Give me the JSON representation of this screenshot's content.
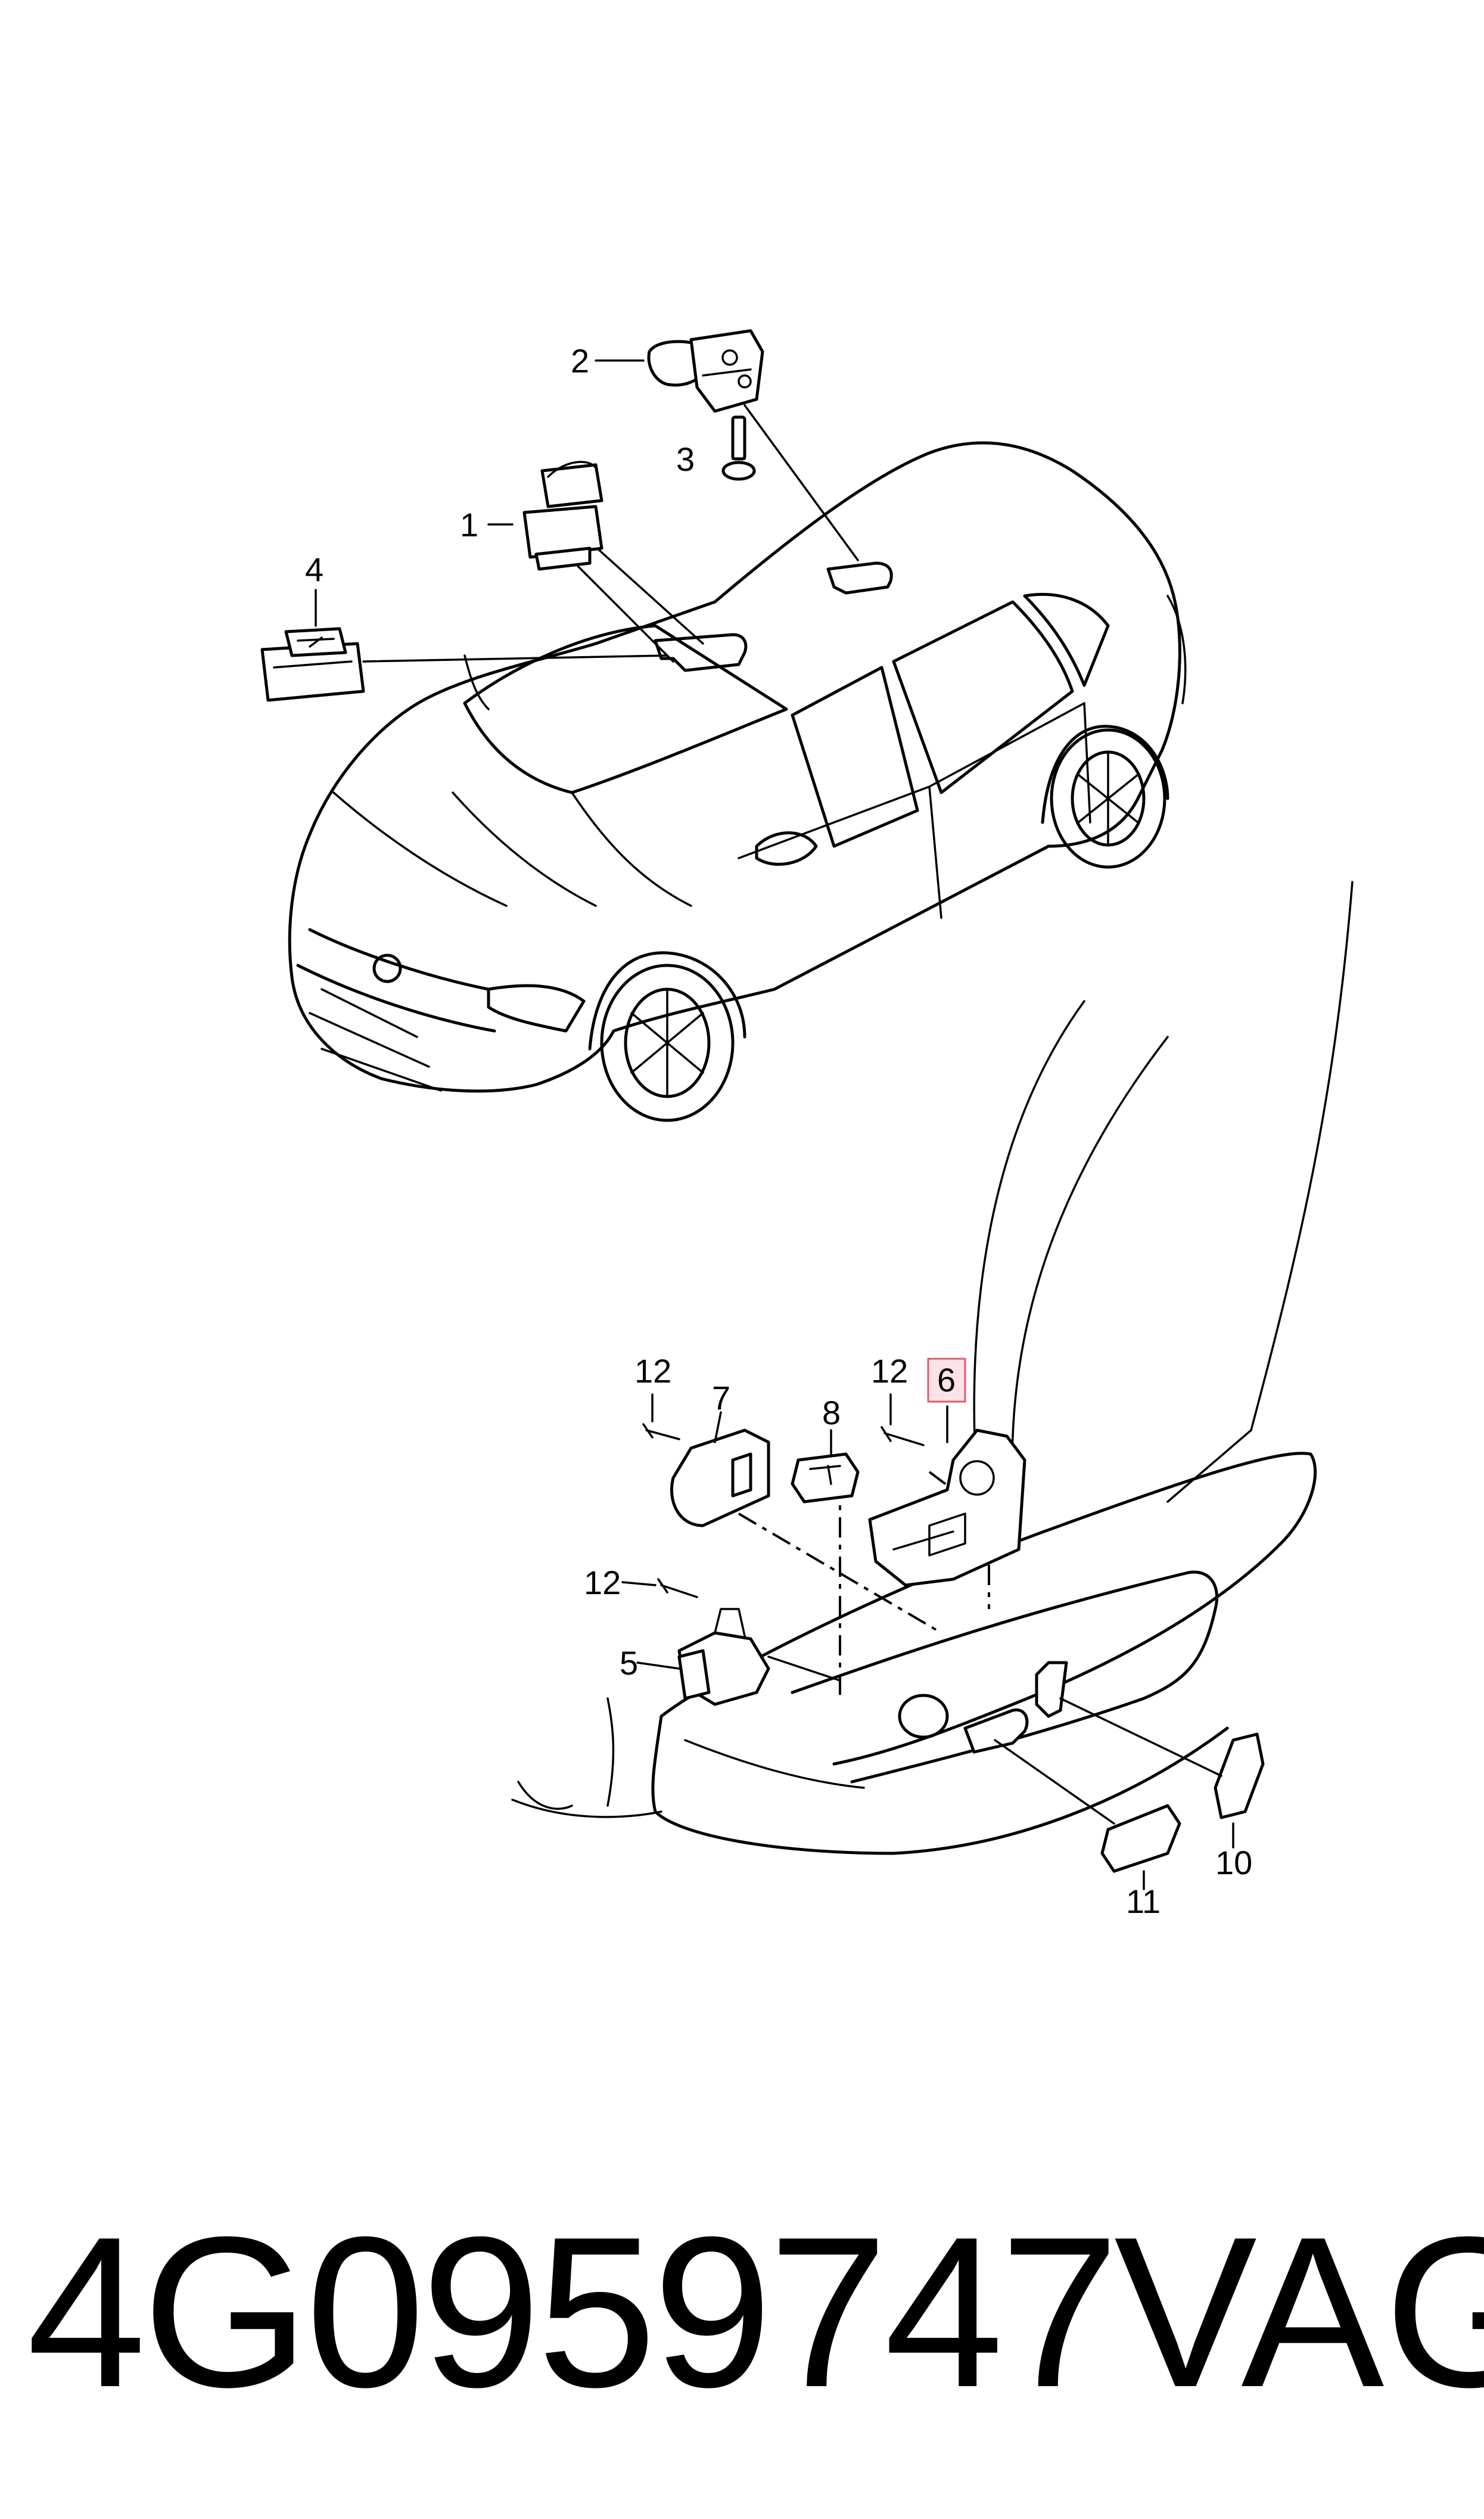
{
  "callouts": [
    {
      "id": "1",
      "label": "1"
    },
    {
      "id": "2",
      "label": "2"
    },
    {
      "id": "3",
      "label": "3"
    },
    {
      "id": "4",
      "label": "4"
    },
    {
      "id": "5",
      "label": "5"
    },
    {
      "id": "6",
      "label": "6",
      "highlighted": true
    },
    {
      "id": "7",
      "label": "7"
    },
    {
      "id": "8",
      "label": "8"
    },
    {
      "id": "10",
      "label": "10"
    },
    {
      "id": "11",
      "label": "11"
    },
    {
      "id": "12a",
      "label": "12"
    },
    {
      "id": "12b",
      "label": "12"
    },
    {
      "id": "12c",
      "label": "12"
    }
  ],
  "footer": {
    "part_number": "4G0959747",
    "brand": "VAG"
  },
  "colors": {
    "line": "#000000",
    "highlight_border": "#e05a6a",
    "highlight_fill": "#fbe3e6"
  }
}
